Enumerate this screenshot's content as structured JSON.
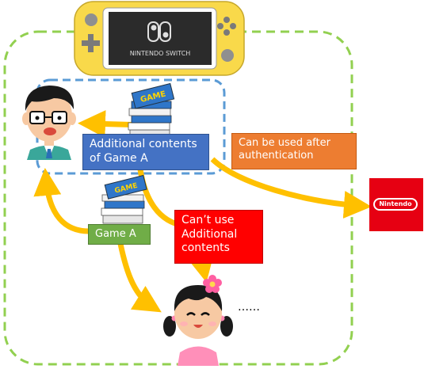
{
  "labels": {
    "additional_contents": [
      "Additional contents",
      "of Game  A"
    ],
    "can_be_used": [
      "Can be used after",
      "authentication"
    ],
    "game_a": "Game A",
    "cant_use": [
      "Can’t use",
      "Additional",
      "contents"
    ],
    "dots": "……",
    "nintendo_logo_text": "Nintendo",
    "switch_logo_text": "NINTENDO SWITCH",
    "book_text": "GAME"
  },
  "colors": {
    "family_boundary": "#92d050",
    "account_boundary": "#5b9bd5",
    "arrow": "#ffc000",
    "additional_box": "#4472c4",
    "auth_box": "#ed7d31",
    "game_box": "#70ad47",
    "cant_box": "#ff0000",
    "nintendo_brand": "#e60012",
    "console_body": "#f9d94a"
  },
  "icons": [
    "nintendo-switch-lite-icon",
    "father-avatar-icon",
    "daughter-avatar-icon",
    "book-stack-icon",
    "nintendo-logo"
  ]
}
